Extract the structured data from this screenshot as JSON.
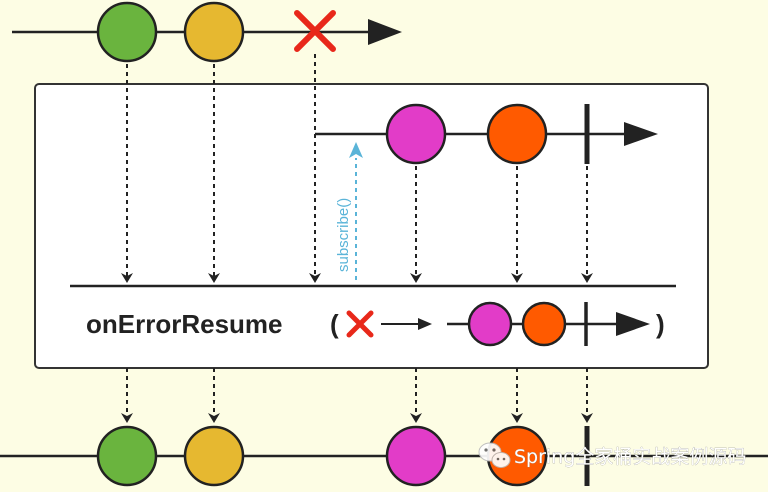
{
  "operator": {
    "name": "onErrorResume",
    "open_paren": "(",
    "close_paren": ")"
  },
  "subscribe_label": "subscribe()",
  "watermark": {
    "text": "Spring全家桶实战案例源码",
    "icon": "wechat-icon"
  },
  "colors": {
    "background": "#fdfde4",
    "green": "#6ab43e",
    "yellow": "#e6b830",
    "magenta": "#e23cc8",
    "orange": "#ff5a00",
    "error_red": "#e8281a",
    "subscribe_blue": "#5ab4d8",
    "line": "#222222"
  },
  "source": {
    "marbles": [
      "green",
      "yellow"
    ],
    "terminal": "error"
  },
  "fallback": {
    "marbles": [
      "magenta",
      "orange"
    ],
    "terminal": "complete"
  },
  "output": {
    "marbles": [
      "green",
      "yellow",
      "magenta",
      "orange"
    ],
    "terminal": "complete"
  }
}
